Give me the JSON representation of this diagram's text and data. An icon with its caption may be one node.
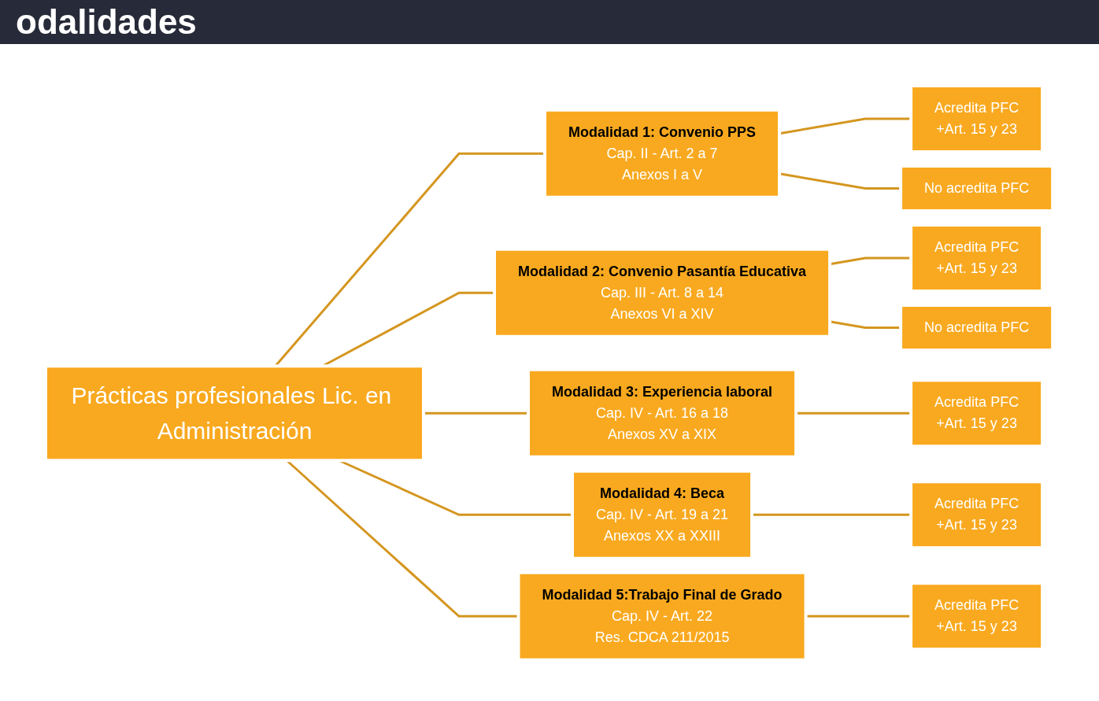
{
  "diagram": {
    "title": "odalidades",
    "nodes": [
      {
        "text": [
          "Prácticas profesionales Lic. en Administración"
        ]
      },
      {
        "text": [
          "Modalidad 1: Convenio PPS",
          "Cap. II - Art. 2 a 7",
          "Anexos I a V"
        ]
      },
      {
        "text": [
          "Acredita PFC",
          "+Art. 15 y 23"
        ]
      },
      {
        "text": [
          "No acredita PFC"
        ]
      },
      {
        "text": [
          "Modalidad 2: Convenio Pasantía Educativa",
          "Cap. III - Art. 8 a 14",
          "Anexos VI a XIV"
        ]
      },
      {
        "text": [
          "Acredita PFC",
          "+Art. 15 y 23"
        ]
      },
      {
        "text": [
          "No acredita PFC"
        ]
      },
      {
        "text": [
          "Modalidad 3: Experiencia laboral",
          "Cap. IV - Art. 16 a 18",
          "Anexos XV a XIX"
        ]
      },
      {
        "text": [
          "Acredita PFC",
          "+Art. 15 y 23"
        ]
      },
      {
        "text": [
          "Modalidad 4: Beca",
          "Cap. IV - Art. 19 a 21",
          "Anexos XX a XXIII"
        ]
      },
      {
        "text": [
          "Acredita PFC",
          "+Art. 15 y 23"
        ]
      },
      {
        "text": [
          "Modalidad 5:Trabajo Final de Grado",
          "Cap. IV - Art. 22",
          "Res. CDCA 211/2015"
        ]
      },
      {
        "text": [
          "Acredita PFC",
          "+Art. 15 y 23"
        ]
      }
    ],
    "edges": [
      {
        "from": 0,
        "to": 1,
        "arrow": "none"
      },
      {
        "from": 1,
        "to": 2,
        "arrow": "none"
      },
      {
        "from": 1,
        "to": 3,
        "arrow": "none"
      },
      {
        "from": 0,
        "to": 4,
        "arrow": "none"
      },
      {
        "from": 4,
        "to": 5,
        "arrow": "none"
      },
      {
        "from": 4,
        "to": 6,
        "arrow": "none"
      },
      {
        "from": 0,
        "to": 7,
        "arrow": "none"
      },
      {
        "from": 7,
        "to": 8,
        "arrow": "none"
      },
      {
        "from": 0,
        "to": 9,
        "arrow": "none"
      },
      {
        "from": 9,
        "to": 10,
        "arrow": "none"
      },
      {
        "from": 0,
        "to": 11,
        "arrow": "none"
      },
      {
        "from": 11,
        "to": 12,
        "arrow": "none"
      }
    ]
  }
}
